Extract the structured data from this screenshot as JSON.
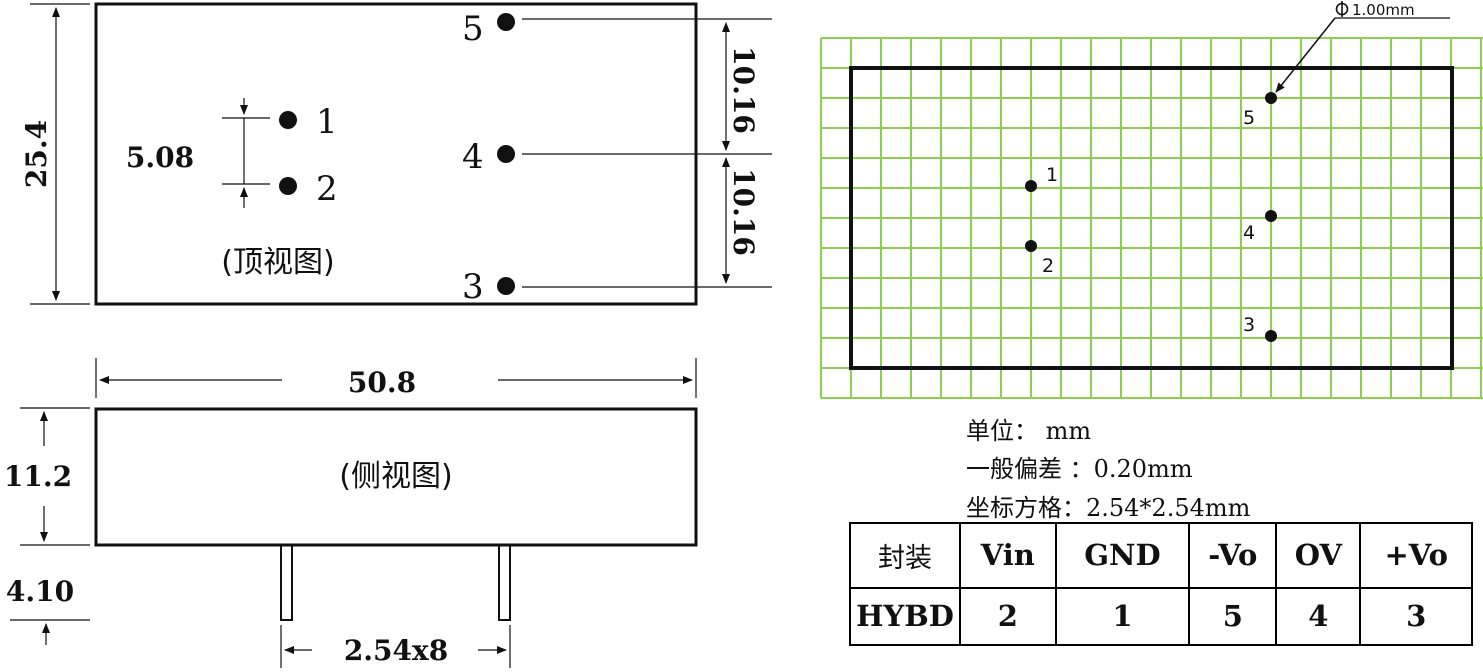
{
  "top_view": {
    "label": "(顶视图)",
    "dims": {
      "height": "25.4",
      "pin_gap": "5.08",
      "upper_pitch": "10.16",
      "lower_pitch": "10.16"
    },
    "pins": [
      "1",
      "2",
      "3",
      "4",
      "5"
    ]
  },
  "side_view": {
    "label": "(侧视图)",
    "dims": {
      "length": "50.8",
      "body_height": "11.2",
      "pin_length": "4.10",
      "pin_span": "2.54x8"
    }
  },
  "grid_view": {
    "pin_labels": [
      "1",
      "2",
      "3",
      "4",
      "5"
    ],
    "pin_diameter_label": "1.00mm",
    "grid_color": "#8dd04e"
  },
  "notes": {
    "unit": "单位： mm",
    "tolerance": "一般偏差 ：0.20mm",
    "grid": "坐标方格：2.54*2.54mm"
  },
  "pin_table": {
    "headers": [
      "封装",
      "Vin",
      "GND",
      "-Vo",
      "OV",
      "+Vo"
    ],
    "row": [
      "HYBD",
      "2",
      "1",
      "5",
      "4",
      "3"
    ]
  }
}
